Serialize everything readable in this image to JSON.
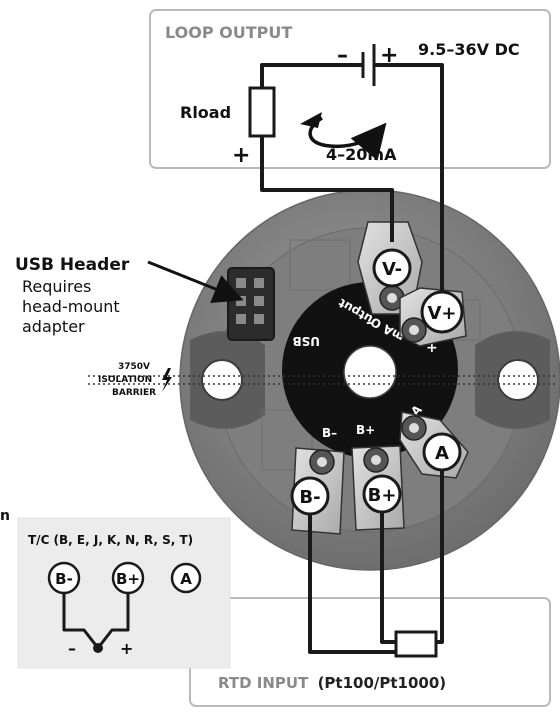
{
  "loop_output": {
    "title": "LOOP OUTPUT",
    "supply": "9.5–36V DC",
    "battery_minus": "–",
    "battery_plus": "+",
    "rload": "Rload",
    "rload_plus": "+",
    "current": "4–20mA"
  },
  "usb": {
    "title": "USB Header",
    "line1": "Requires",
    "line2": "head-mount",
    "line3": "adapter"
  },
  "isolation": {
    "line1": "3750V",
    "line2": "ISOLATION",
    "line3": "BARRIER"
  },
  "terminals": {
    "v_minus": "V-",
    "v_plus": "V+",
    "a": "A",
    "b_minus": "B-",
    "b_plus": "B+"
  },
  "hub_labels": {
    "usb": "USB",
    "output": "mA Output",
    "minus": "–",
    "plus": "+",
    "a": "A",
    "b_minus": "B–",
    "b_plus": "B+"
  },
  "tc": {
    "title": "T/C (B, E, J, K, N, R, S, T)",
    "b_minus": "B-",
    "b_plus": "B+",
    "a": "A",
    "minus": "–",
    "plus": "+",
    "edge_partial": "n"
  },
  "rtd": {
    "title": "RTD INPUT",
    "subtitle": "(Pt100/Pt1000)"
  },
  "colors": {
    "box_border": "#b9b9b9",
    "module_body": "#8a8a8a",
    "module_dark": "#4f4f4f",
    "hub": "#111111",
    "terminal_white": "#ffffff",
    "terminal_metal": "#c6c6c6",
    "label_gray": "#8a8a8a",
    "wire": "#1a1a1a"
  }
}
